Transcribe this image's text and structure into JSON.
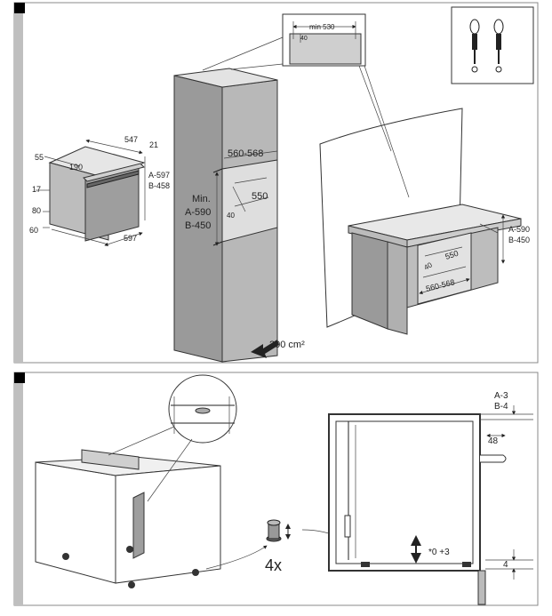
{
  "panel1": {
    "oven": {
      "width": "547",
      "depth": "21",
      "top_offset": "55",
      "inner": "190",
      "height_a": "A-597",
      "height_b": "B-458",
      "left_17": "17",
      "left_80": "80",
      "left_60": "60",
      "bottom": "597"
    },
    "column": {
      "min_label": "Min.",
      "height_a": "A-590",
      "height_b": "B-450",
      "opening_width": "560-568",
      "depth": "550",
      "angle": "40",
      "vent": "200 cm²"
    },
    "inset": {
      "min": "min 530",
      "gap": "40"
    },
    "counter": {
      "height_a": "A-590",
      "height_b": "B-450",
      "depth": "550",
      "angle": "40",
      "width": "560-568"
    }
  },
  "panel2": {
    "quantity": "4x",
    "gap_a": "A-3",
    "gap_b": "B-4",
    "offset": "48",
    "adjust": "*0 +3",
    "bottom": "4"
  }
}
